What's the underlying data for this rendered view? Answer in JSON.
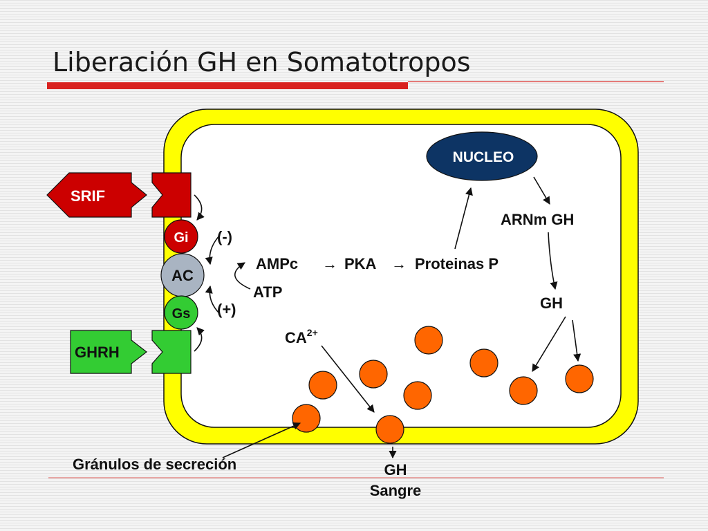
{
  "slide": {
    "title": "Liberación GH en Somatotropos"
  },
  "diagram": {
    "nucleus_label": "NUCLEO",
    "srif_label": "SRIF",
    "ghrh_label": "GHRH",
    "gi_label": "Gi",
    "ac_label": "AC",
    "gs_label": "Gs",
    "inhibit_label": "(-)",
    "stimulate_label": "(+)",
    "ampc_label": "AMPc",
    "pka_label": "PKA",
    "proteins_label": "Proteinas P",
    "arrow_glyph": "→",
    "atp_label": "ATP",
    "arnm_label": "ARNm GH",
    "gh_label": "GH",
    "ca_base": "CA",
    "ca_superscript": "2+",
    "granules_label": "Gránulos de secreción",
    "gh_blood_line1": "GH",
    "gh_blood_line2": "Sangre"
  },
  "colors": {
    "membrane_yellow": "#ffff00",
    "nucleus_navy": "#0d3464",
    "srif_red": "#cc0000",
    "ghrh_green": "#33cc33",
    "ac_gray": "#a9b4c2",
    "granule_orange": "#ff6600",
    "title_rule_red": "#d9221f"
  }
}
